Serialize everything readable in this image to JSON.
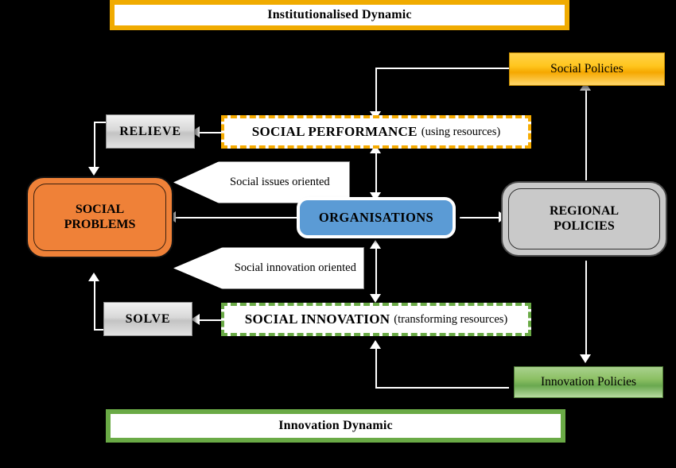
{
  "diagram": {
    "title_top": "Institutionalised Dynamic",
    "title_bottom": "Innovation Dynamic",
    "colors": {
      "institutional_accent": "#f0ab00",
      "innovation_accent": "#6aaa46",
      "problems_fill": "#ef8138",
      "organisations_fill": "#5b9bd5",
      "regional_fill": "#c9c9c9",
      "social_policies_fill": "#ffc61e",
      "innovation_policies_fill": "#8cc063",
      "background": "#000000"
    }
  },
  "nodes": {
    "institutionalised_dynamic": {
      "label": "Institutionalised Dynamic"
    },
    "innovation_dynamic": {
      "label": "Innovation Dynamic"
    },
    "social_policies": {
      "label": "Social Policies"
    },
    "innovation_policies": {
      "label": "Innovation Policies"
    },
    "relieve": {
      "label": "RELIEVE"
    },
    "solve": {
      "label": "SOLVE"
    },
    "social_performance": {
      "title": "SOCIAL PERFORMANCE",
      "note": "(using resources)"
    },
    "social_innovation": {
      "title": "SOCIAL INNOVATION",
      "note": "(transforming resources)"
    },
    "social_problems": {
      "line1": "SOCIAL",
      "line2": "PROBLEMS"
    },
    "organisations": {
      "label": "ORGANISATIONS"
    },
    "regional_policies": {
      "line1": "REGIONAL",
      "line2": "POLICIES"
    }
  },
  "arrows": {
    "social_issues_oriented": {
      "label": "Social issues oriented"
    },
    "social_innovation_oriented": {
      "label": "Social innovation oriented"
    }
  }
}
